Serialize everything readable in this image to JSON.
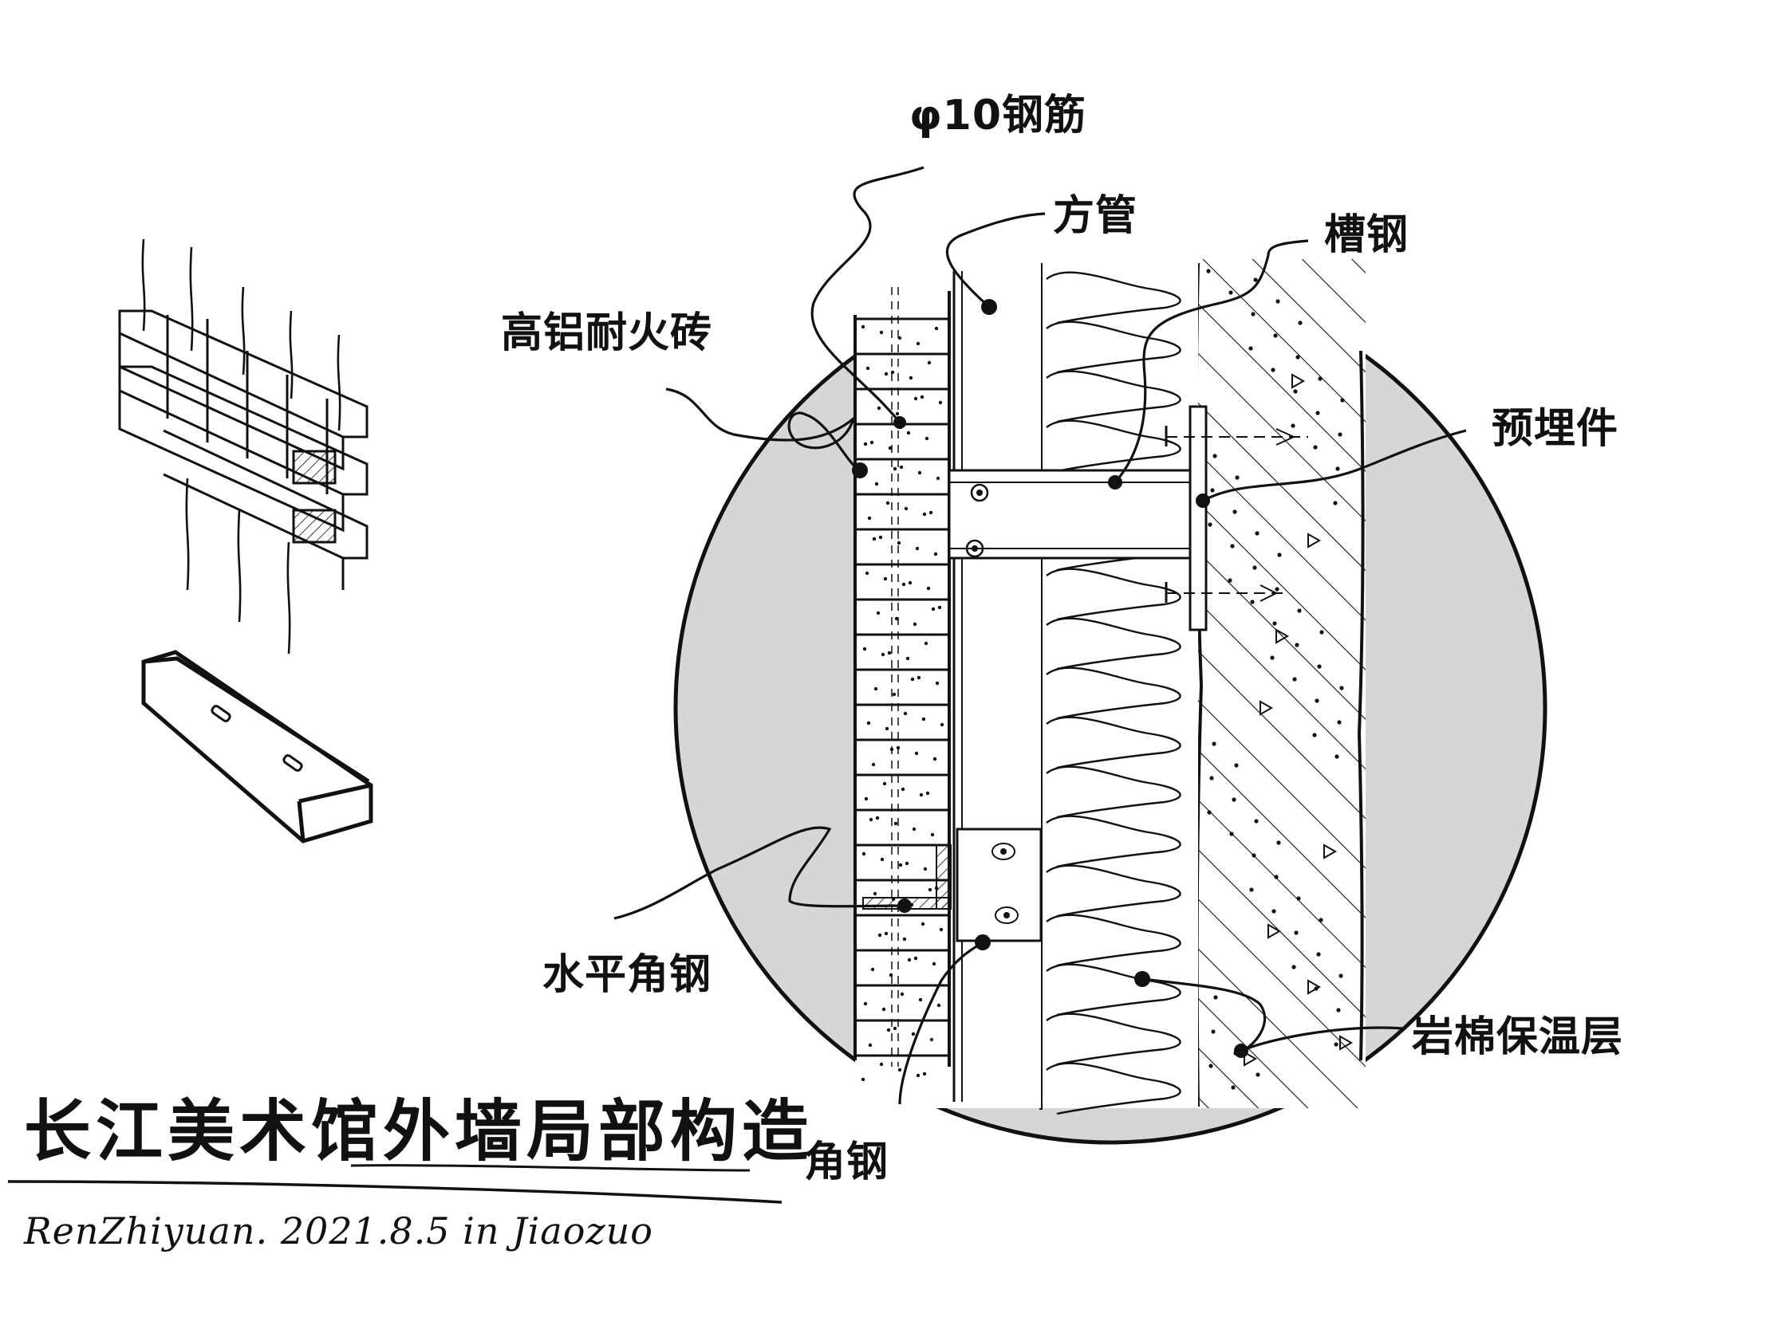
{
  "labels": {
    "rebar": "φ10钢筋",
    "square_tube": "方管",
    "channel_steel": "槽钢",
    "refractory_brick": "高铝耐火砖",
    "embedded_part": "预埋件",
    "horizontal_angle": "水平角钢",
    "angle_steel": "角钢",
    "rock_wool": "岩棉保温层"
  },
  "title": "长江美术馆外墙局部构造",
  "signature": "RenZhiyuan. 2021.8.5 in Jiaozuo",
  "colors": {
    "ink": "#111111",
    "circle_fill": "#d6d6d6",
    "paper": "#ffffff",
    "wall_fill": "#ffffff"
  },
  "icons": {
    "brick_module": "brick-module-icon",
    "brick_wall": "brick-wall-axonometric",
    "detail_circle": "detail-circle"
  }
}
